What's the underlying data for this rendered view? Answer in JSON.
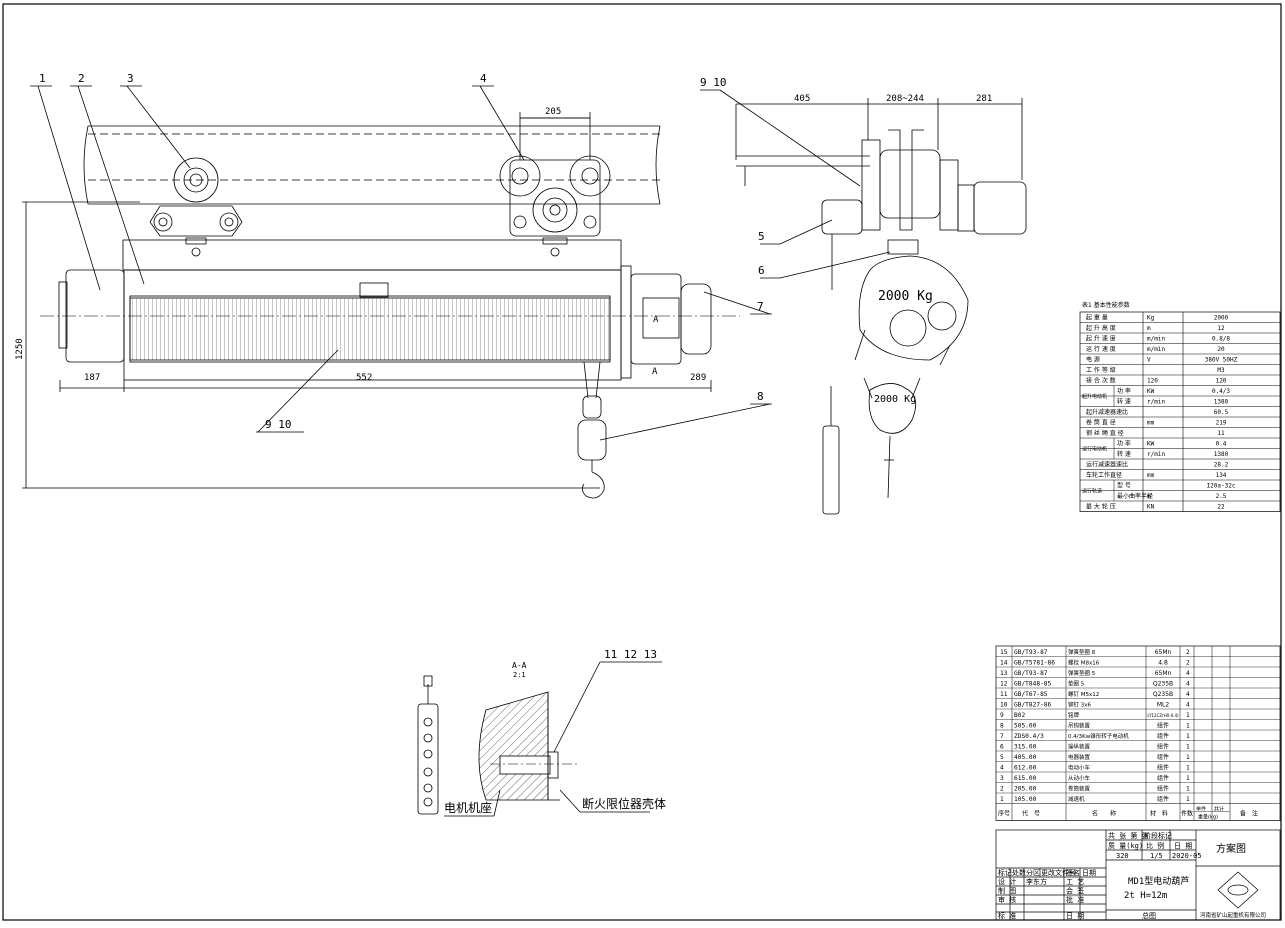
{
  "views": {
    "front": {
      "balloons": [
        "1",
        "2",
        "3",
        "4",
        "7",
        "8"
      ],
      "balloon_9_10": "9  10",
      "dims": {
        "d205": "205",
        "d1250": "1250",
        "d187": "187",
        "d552": "552",
        "d289": "289"
      },
      "section_marks": [
        "A",
        "A"
      ]
    },
    "side": {
      "balloon_9_10": "9  10",
      "balloons": [
        "5",
        "6"
      ],
      "dims": {
        "d405": "405",
        "d208_244": "208~244",
        "d281": "281"
      },
      "capacity_label": "2000 Kg"
    },
    "pendant": {
      "capacity_label": "2000 Kg"
    },
    "detail": {
      "section_title": "A-A",
      "section_scale": "2:1",
      "balloons": "11  12  13",
      "label_left": "电机机座",
      "label_right": "断火限位器壳体"
    }
  },
  "spec_table": {
    "title": "表1 基本性能参数",
    "rows": [
      {
        "name": "起 重 量",
        "unit": "Kg",
        "value": "2000"
      },
      {
        "name": "起 升 高 度",
        "unit": "m",
        "value": "12"
      },
      {
        "name": "起 升 速 度",
        "unit": "m/min",
        "value": "0.8/8"
      },
      {
        "name": "运 行 速 度",
        "unit": "m/min",
        "value": "20"
      },
      {
        "name": "电 源",
        "unit": "V",
        "value": "380V 50HZ"
      },
      {
        "name": "工 作 等 级",
        "unit": "",
        "value": "M3"
      },
      {
        "name": "接 合 次 数",
        "unit": "120",
        "value": "120"
      },
      {
        "name": "功 率",
        "unit": "KW",
        "value": "0.4/3"
      },
      {
        "name": "转 速",
        "unit": "r/min",
        "value": "1380"
      },
      {
        "name": "起升减速器速比",
        "unit": "",
        "value": "60.5"
      },
      {
        "name": "卷 筒 直 径",
        "unit": "mm",
        "value": "219"
      },
      {
        "name": "钢 丝 绳 直 径",
        "unit": "",
        "value": "11"
      },
      {
        "name": "功 率",
        "unit": "KW",
        "value": "0.4"
      },
      {
        "name": "转 速",
        "unit": "r/min",
        "value": "1380"
      },
      {
        "name": "运行减速器速比",
        "unit": "",
        "value": "28.2"
      },
      {
        "name": "车轮工作直径",
        "unit": "mm",
        "value": "134"
      },
      {
        "name": "型 号",
        "unit": "",
        "value": "I20a-32c"
      },
      {
        "name": "最小曲率半径",
        "unit": "m",
        "value": "2.5"
      },
      {
        "name": "最 大 轮 压",
        "unit": "KN",
        "value": "22"
      }
    ],
    "group_labels": {
      "lift_motor": "起升电动机",
      "travel_motor": "运行电动机",
      "track": "运行轨道"
    }
  },
  "bom": {
    "rows": [
      {
        "no": "15",
        "code": "GB/T93-87",
        "name": "弹簧垫圈 8",
        "material": "65Mn",
        "qty": "2"
      },
      {
        "no": "14",
        "code": "GB/T5781-86",
        "name": "螺栓 M8x16",
        "material": "4.8",
        "qty": "2"
      },
      {
        "no": "13",
        "code": "GB/T93-87",
        "name": "弹簧垫圈 5",
        "material": "65Mn",
        "qty": "4"
      },
      {
        "no": "12",
        "code": "GB/T848-85",
        "name": "垫圈 5",
        "material": "Q235B",
        "qty": "4"
      },
      {
        "no": "11",
        "code": "GB/T67-85",
        "name": "螺钉 M5x12",
        "material": "Q235B",
        "qty": "4"
      },
      {
        "no": "10",
        "code": "GB/T827-86",
        "name": "铆钉 3x6",
        "material": "ML2",
        "qty": "4"
      },
      {
        "no": "9",
        "code": "B02",
        "name": "铭牌",
        "material": "LY12CZ(H0-0.4)",
        "qty": "1"
      },
      {
        "no": "8",
        "code": "505.00",
        "name": "吊钩装置",
        "material": "组件",
        "qty": "1"
      },
      {
        "no": "7",
        "code": "ZDS0.4/3",
        "name": "0.4/3Kw锥形转子电动机",
        "material": "组件",
        "qty": "1"
      },
      {
        "no": "6",
        "code": "315.00",
        "name": "操纵装置",
        "material": "组件",
        "qty": "1"
      },
      {
        "no": "5",
        "code": "405.00",
        "name": "电器装置",
        "material": "组件",
        "qty": "1"
      },
      {
        "no": "4",
        "code": "612.00",
        "name": "电动小车",
        "material": "组件",
        "qty": "1"
      },
      {
        "no": "3",
        "code": "615.00",
        "name": "从动小车",
        "material": "组件",
        "qty": "1"
      },
      {
        "no": "2",
        "code": "205.00",
        "name": "卷筒装置",
        "material": "组件",
        "qty": "1"
      },
      {
        "no": "1",
        "code": "105.00",
        "name": "减速机",
        "material": "组件",
        "qty": "1"
      }
    ],
    "header": {
      "no": "序号",
      "code": "代　号",
      "name": "名　　称",
      "material": "材　料",
      "qty": "件数",
      "unit_weight": "单件",
      "total_weight": "共计",
      "weight_label": "重量(kg)",
      "remark": "备　注"
    }
  },
  "title_block": {
    "sheets": "共 张  第 张",
    "stage_label": "阶段标记",
    "weight_label": "质 量(kg)",
    "scale_label": "比 例",
    "date_label": "日 期",
    "weight": "320",
    "scale": "1/5",
    "date": "2020-05",
    "drawing_type": "方案图",
    "product_name": "MD1型电动葫芦",
    "product_spec": "2t H=12m",
    "company": "河南省矿山起重机有限公司",
    "stamp_sheet": "总图",
    "rev_headers": [
      "标记",
      "处数",
      "分区",
      "更改文件号",
      "签名",
      "日期"
    ],
    "roles": [
      "设 计",
      "制 图",
      "审 核",
      "标 准"
    ],
    "designer": "李东方",
    "role_right": [
      "工 艺",
      "会 签",
      "批 准",
      "日 期"
    ]
  }
}
